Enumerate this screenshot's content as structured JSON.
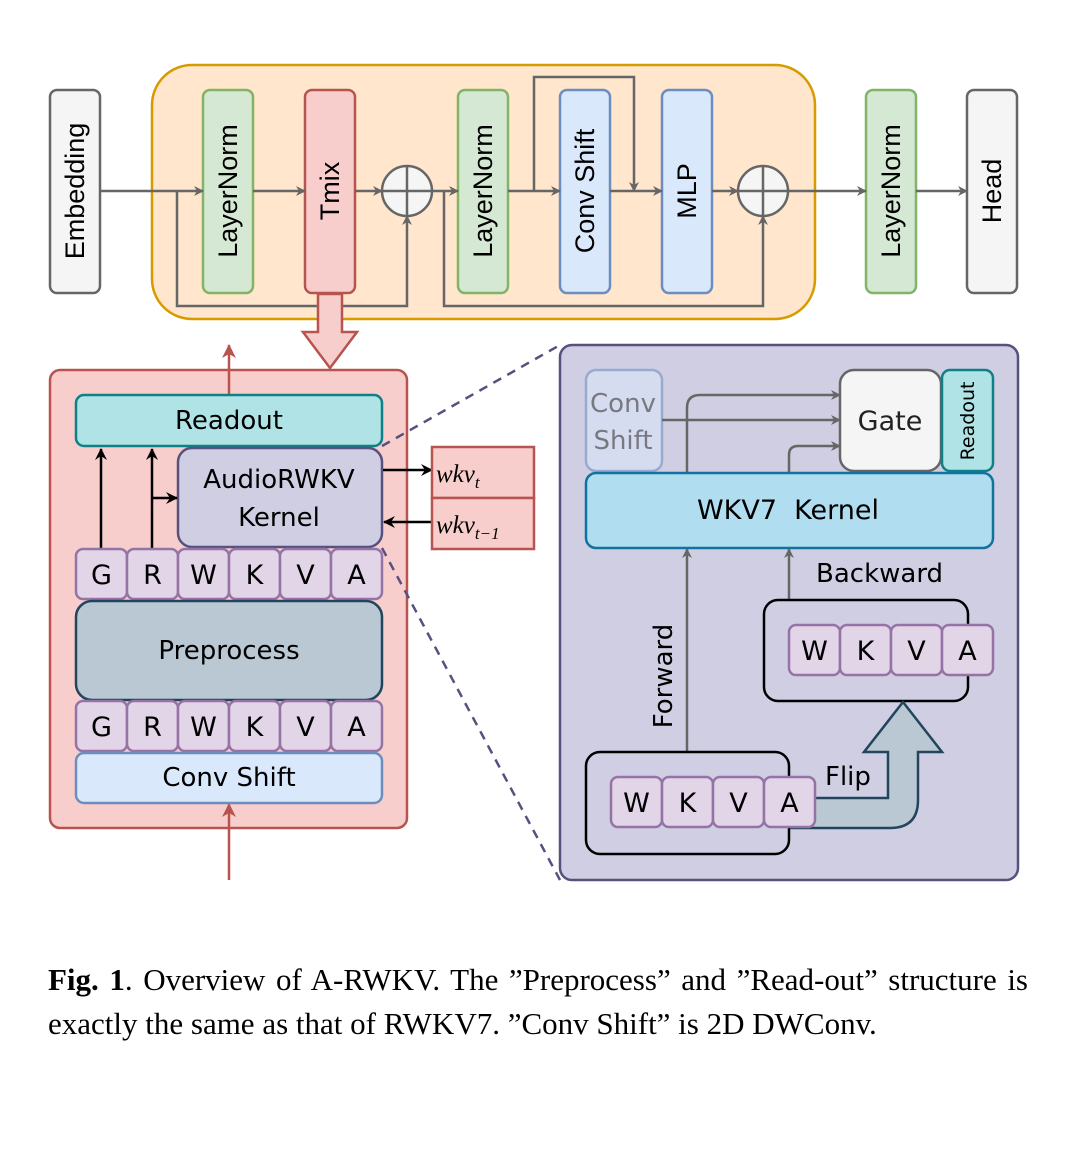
{
  "top_pipeline": {
    "embedding": "Embedding",
    "block": {
      "layernorm1": "LayerNorm",
      "tmix": "Tmix",
      "layernorm2": "LayerNorm",
      "conv_shift": "Conv Shift",
      "mlp": "MLP"
    },
    "layernorm_out": "LayerNorm",
    "head": "Head"
  },
  "left_panel": {
    "readout": "Readout",
    "kernel_line1": "AudioRWKV",
    "kernel_line2": "Kernel",
    "tokens_top": [
      "G",
      "R",
      "W",
      "K",
      "V",
      "A"
    ],
    "preprocess": "Preprocess",
    "tokens_bottom": [
      "G",
      "R",
      "W",
      "K",
      "V",
      "A"
    ],
    "conv_shift": "Conv Shift",
    "state_out": "wkv",
    "state_out_sub": "t",
    "state_in": "wkv",
    "state_in_sub": "t−1"
  },
  "right_panel": {
    "conv_line1": "Conv",
    "conv_line2": "Shift",
    "gate": "Gate",
    "readout": "Readout",
    "kernel": "WKV7  Kernel",
    "backward": "Backward",
    "forward": "Forward",
    "flip": "Flip",
    "tokens_backward": [
      "W",
      "K",
      "V",
      "A"
    ],
    "tokens_forward": [
      "W",
      "K",
      "V",
      "A"
    ]
  },
  "caption": {
    "label": "Fig. 1",
    "text": ". Overview of A-RWKV. The ”Preprocess” and ”Read-out” structure is exactly the same as that of RWKV7. ”Conv Shift” is 2D DWConv."
  },
  "colors": {
    "block_fill": "#ffe6cc",
    "block_stroke": "#d79b00",
    "layernorm_fill": "#d5e8d4",
    "layernorm_stroke": "#82b366",
    "tmix_fill": "#f8cecc",
    "tmix_stroke": "#b85450",
    "blue_fill": "#dae8fc",
    "blue_stroke": "#6c8ebf",
    "gray_fill": "#f5f5f5",
    "gray_stroke": "#666666",
    "purple_panel_fill": "#d0cee2",
    "purple_panel_stroke": "#56517e",
    "token_fill": "#e1d5e7",
    "token_stroke": "#9673a6",
    "readout_fill": "#b0e3e6",
    "readout_stroke": "#0e8088",
    "preprocess_fill": "#bac8d3",
    "preprocess_stroke": "#23445d",
    "kernel_fill": "#b1ddf0",
    "kernel_stroke": "#10739e"
  }
}
